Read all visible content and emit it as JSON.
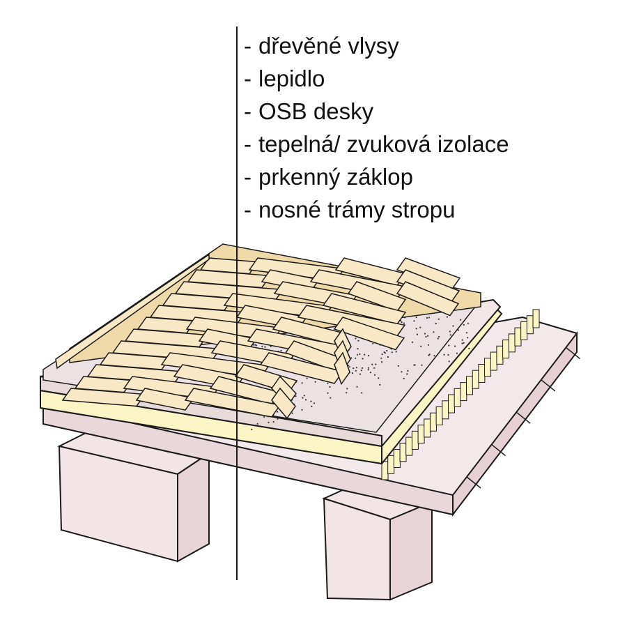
{
  "diagram": {
    "layers": [
      {
        "id": "drevene-vlysy",
        "label": "dřevěné vlysy"
      },
      {
        "id": "lepidlo",
        "label": "lepidlo"
      },
      {
        "id": "osb-desky",
        "label": "OSB desky"
      },
      {
        "id": "izolace",
        "label": "tepelná/ zvuková izolace"
      },
      {
        "id": "zaklop",
        "label": "prkenný záklop"
      },
      {
        "id": "tramy",
        "label": "nosné trámy stropu"
      }
    ],
    "bullet": "-"
  },
  "colors": {
    "wood": "#f8e8c6",
    "wood_shade": "#efd9a9",
    "glue": "#ece2e4",
    "osb": "#f2e6e6",
    "insulation": "#fbf5c6",
    "board": "#f3e8ea",
    "beam": "#f3e4e6",
    "outline": "#1a1a1a"
  }
}
